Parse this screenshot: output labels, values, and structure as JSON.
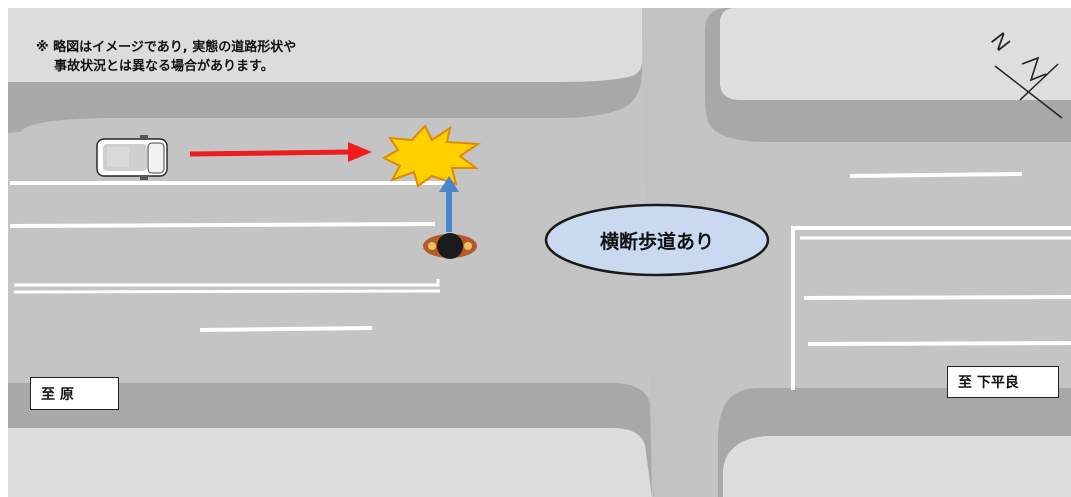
{
  "note": {
    "line1": "※ 略図はイメージであり, 実態の道路形状や",
    "line2": "事故状況とは異なる場合があります。"
  },
  "crosswalk_label": "横断歩道あり",
  "direction_left": "至 原",
  "direction_right": "至 下平良",
  "compass_letter": "N",
  "colors": {
    "road": "#c4c4c4",
    "sidewalk": "#a4a4a4",
    "lane_marking": "#ffffff",
    "car_arrow": "#ee1c1c",
    "pedestrian_arrow": "#4a86d0",
    "ellipse_fill": "#c9daf0",
    "ellipse_stroke": "#1a1a1a",
    "collision_fill": "#ffd000",
    "collision_stroke": "#e08a00"
  }
}
